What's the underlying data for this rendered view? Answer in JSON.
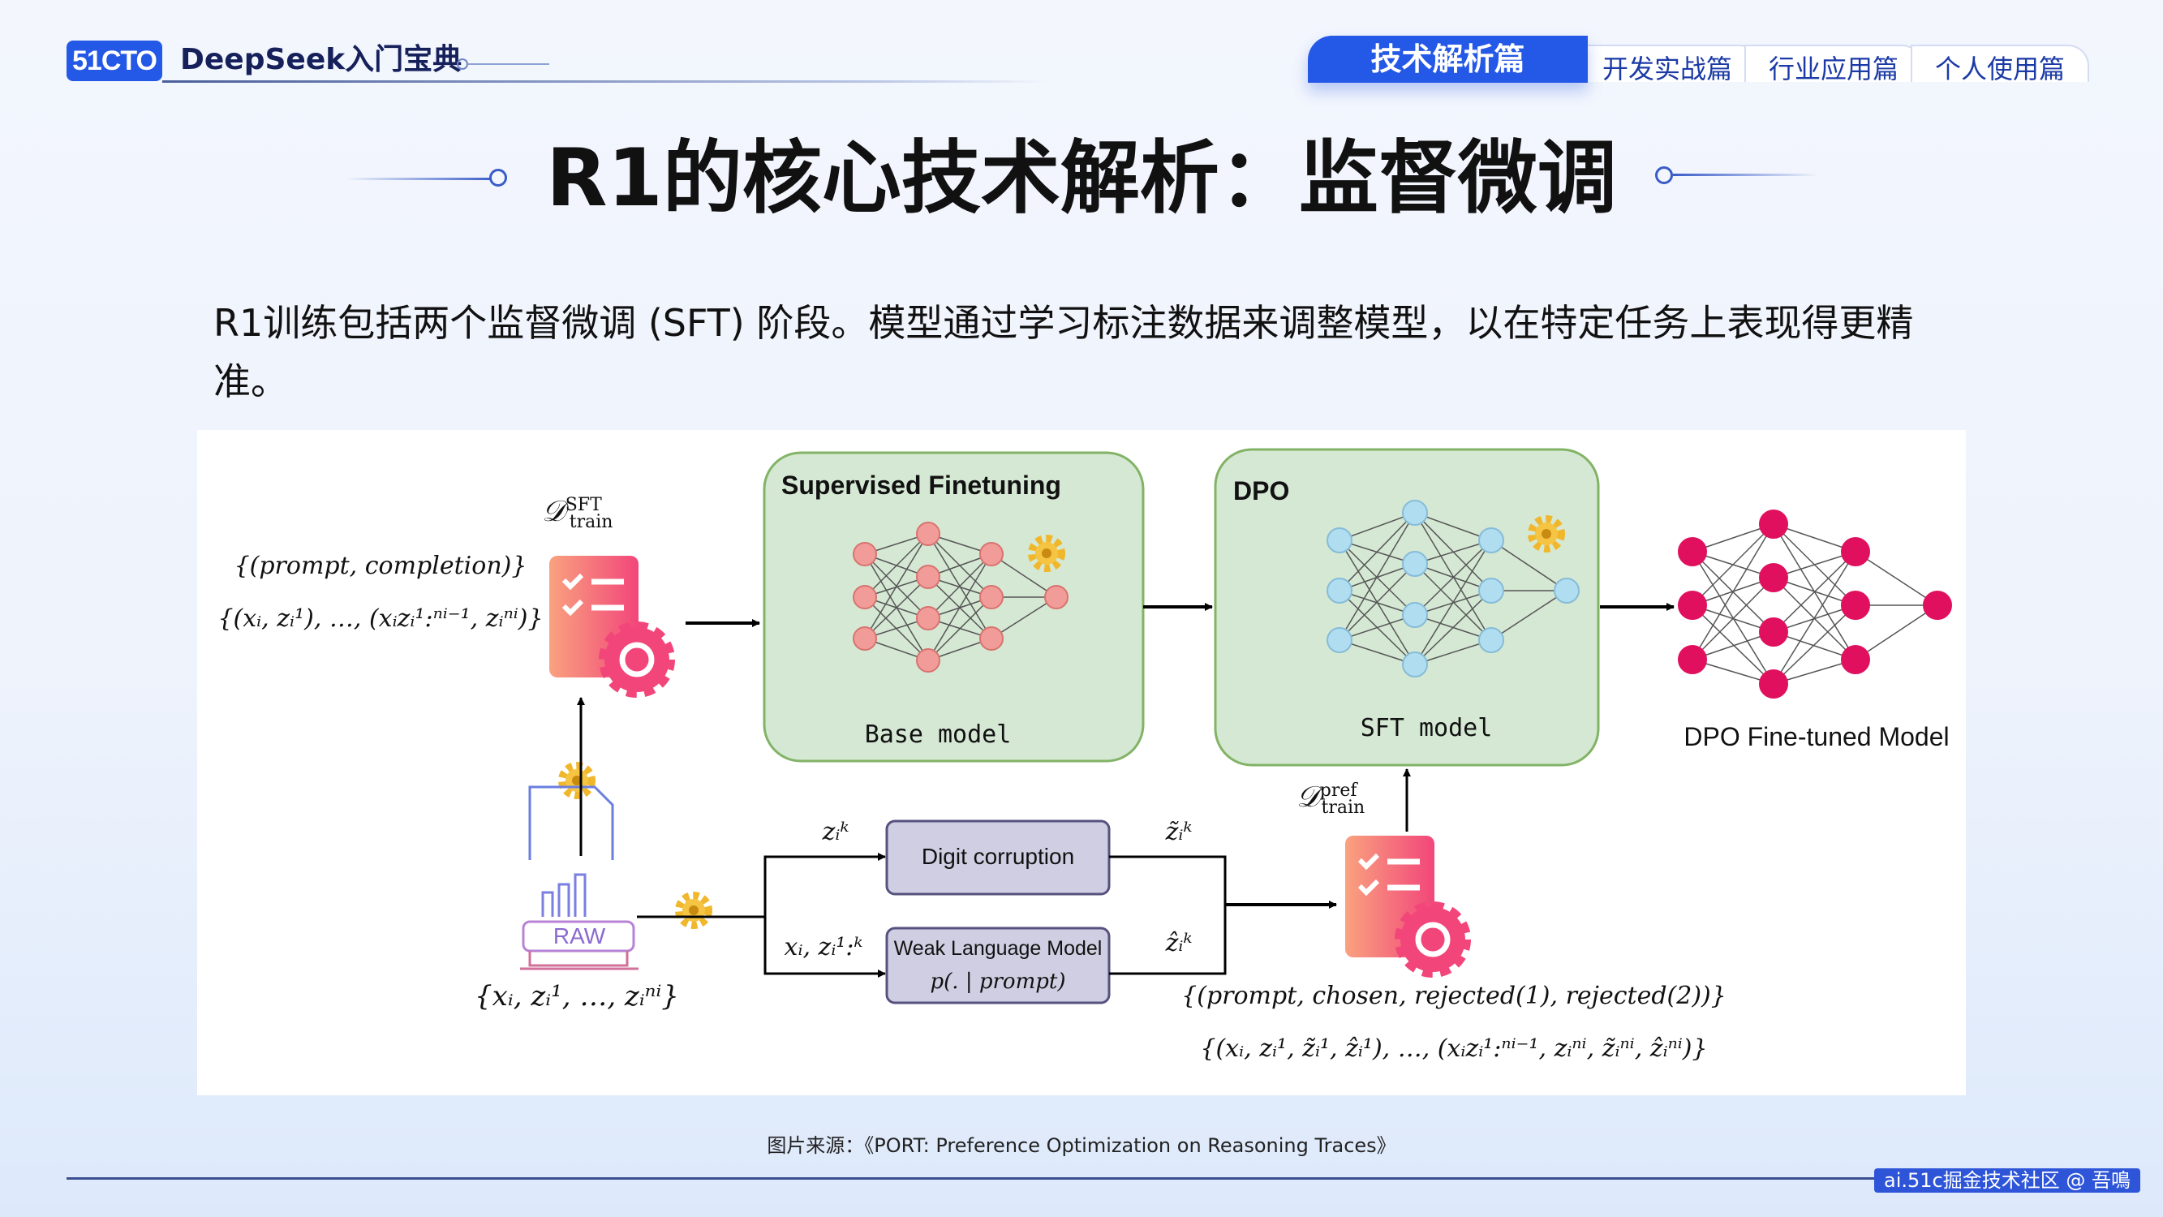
{
  "header": {
    "logo": "51CTO",
    "brand": "DeepSeek入门宝典",
    "tabs": [
      {
        "label": "技术解析篇",
        "active": true
      },
      {
        "label": "开发实战篇",
        "active": false
      },
      {
        "label": "行业应用篇",
        "active": false
      },
      {
        "label": "个人使用篇",
        "active": false
      }
    ]
  },
  "title": "R1的核心技术解析：监督微调",
  "paragraph": "R1训练包括两个监督微调 (SFT) 阶段。模型通过学习标注数据来调整模型，以在特定任务上表现得更精准。",
  "diagram": {
    "sft_box_title": "Supervised Finetuning",
    "sft_box_model": "Base model",
    "dpo_box_title": "DPO",
    "dpo_box_model": "SFT model",
    "final_model": "DPO Fine-tuned Model",
    "d_sft": {
      "main": "𝒟",
      "sup": "SFT",
      "sub": "train"
    },
    "d_pref": {
      "main": "𝒟",
      "sup": "pref",
      "sub": "train"
    },
    "sft_formula_1": "{(prompt, completion)}",
    "sft_formula_2": "{(xᵢ, zᵢ¹), …, (xᵢzᵢ¹:ⁿⁱ⁻¹, zᵢⁿⁱ)}",
    "raw_label": "RAW",
    "raw_formula": "{xᵢ, zᵢ¹, …, zᵢⁿⁱ}",
    "digit_corruption": "Digit corruption",
    "weak_lm": "Weak Language Model",
    "weak_lm_formula": "p(. | prompt)",
    "z_k": "zᵢᵏ",
    "x_z_1k": "xᵢ, zᵢ¹:ᵏ",
    "z_tilde_k": "z̃ᵢᵏ",
    "z_hat_k": "ẑᵢᵏ",
    "pref_formula_1": "{(prompt, chosen, rejected(1), rejected(2))}",
    "pref_formula_2": "{(xᵢ, zᵢ¹, z̃ᵢ¹, ẑᵢ¹), …, (xᵢzᵢ¹:ⁿⁱ⁻¹, zᵢⁿⁱ, z̃ᵢⁿⁱ, ẑᵢⁿⁱ)}",
    "colors": {
      "green_box": "#d5e8d4",
      "green_border": "#82b366",
      "pink_node": "#f19c99",
      "blue_node": "#b1ddf0",
      "magenta_node": "#e0105f",
      "purple_box": "#d0cee2"
    }
  },
  "caption": "图片来源：《PORT: Preference Optimization on Reasoning Traces》",
  "watermark": "ai.51c掘金技术社区 @ 吾鳴",
  "colors": {
    "accent": "#2458e6"
  }
}
